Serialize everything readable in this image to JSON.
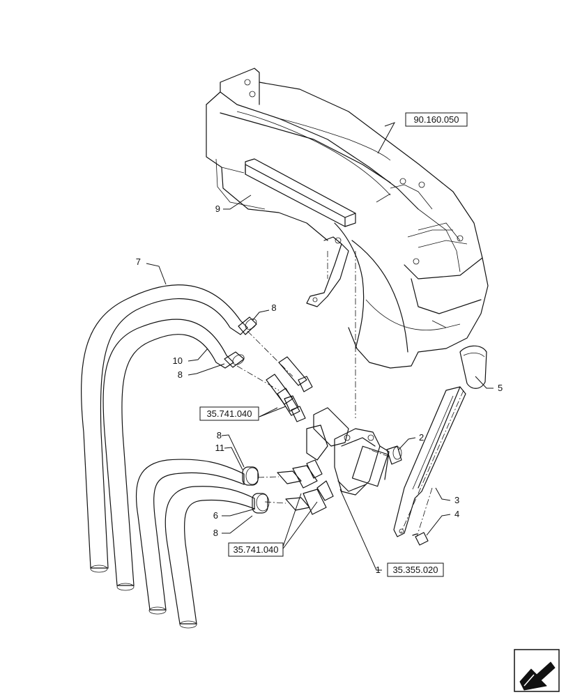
{
  "callouts": {
    "c1": "1",
    "c2": "2",
    "c3": "3",
    "c4": "4",
    "c5": "5",
    "c6": "6",
    "c7": "7",
    "c8a": "8",
    "c8b": "8",
    "c8c": "8",
    "c8d": "8",
    "c9": "9",
    "c10": "10",
    "c11": "11"
  },
  "references": {
    "ref_cab": "90.160.050",
    "ref_coupler_upper": "35.741.040",
    "ref_coupler_lower": "35.741.040",
    "ref_valve": "35.355.020"
  },
  "nav_icon": "next-page-arrow-icon"
}
